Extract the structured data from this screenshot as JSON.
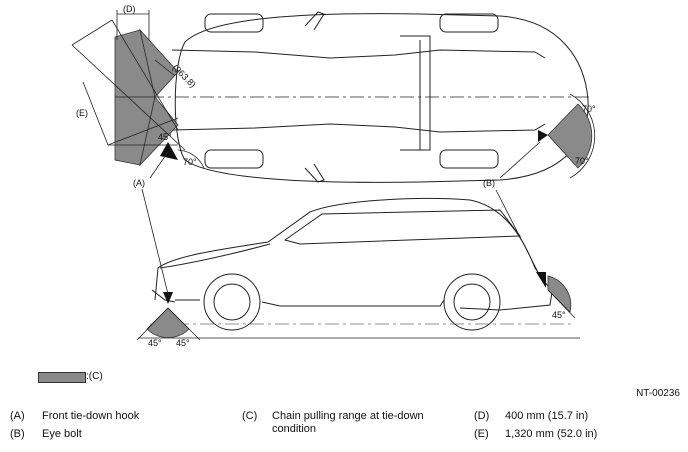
{
  "diagram": {
    "labels": {
      "D": "(D)",
      "E": "(E)",
      "A": "(A)",
      "B": "(B)",
      "dim_963": "(963.8)",
      "angle_45": "45°",
      "angle_70": "70°"
    },
    "swatch_label": ":(C)",
    "code": "NT-00236"
  },
  "legend": [
    {
      "key": "(A)",
      "text": "Front tie-down hook"
    },
    {
      "key": "(B)",
      "text": "Eye bolt"
    },
    {
      "key": "(C)",
      "text": "Chain pulling range at tie-down condition"
    },
    {
      "key": "(D)",
      "text": "400 mm (15.7 in)"
    },
    {
      "key": "(E)",
      "text": "1,320 mm (52.0 in)"
    }
  ]
}
